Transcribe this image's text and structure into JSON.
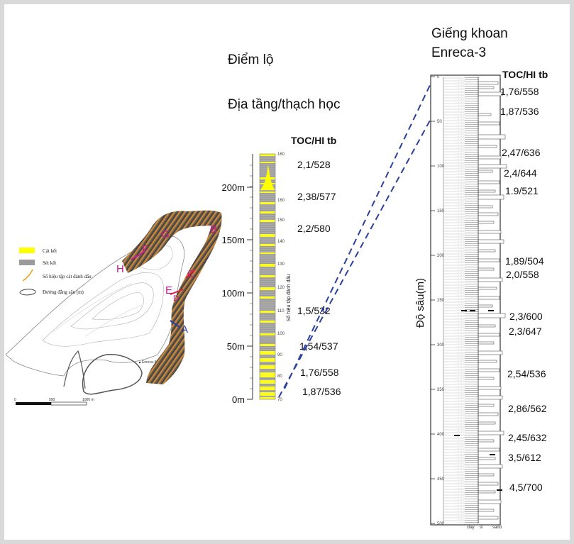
{
  "titles": {
    "outcrop": "Điểm lộ",
    "strat": "Địa tầng/thạch học",
    "well_line1": "Giếng khoan",
    "well_line2": "Enreca-3"
  },
  "map": {
    "legend": [
      {
        "label": "Cát kết",
        "icon": "sandstone-swatch"
      },
      {
        "label": "Sét kết",
        "icon": "claystone-swatch"
      },
      {
        "label": "Số hiệu tập cát đánh dấu",
        "icon": "marker-line"
      },
      {
        "label": "Đường đẳng sâu (m)",
        "icon": "contour-loop"
      }
    ],
    "letters": [
      "A",
      "B",
      "C",
      "D",
      "E",
      "F",
      "G",
      "H"
    ],
    "well_label": "Enreca-3",
    "scale_labels": [
      "0",
      "500",
      "1000 m"
    ],
    "colors": {
      "rock": "#7a6a5a",
      "sand": "#ffff00",
      "clay": "#9a9a9a",
      "magenta": "#c2188f",
      "blue": "#2b3f9e"
    }
  },
  "strat_column": {
    "header": "TOC/HI tb",
    "axis_label": "Số hiệu tập đánh dấu",
    "y_ticks": [
      "0m",
      "50m",
      "100m",
      "150m",
      "200m"
    ],
    "right_ticks": [
      "70",
      "80",
      "90",
      "100",
      "110",
      "120",
      "130",
      "140",
      "150",
      "160"
    ],
    "values": [
      "2,1/528",
      "2,38/577",
      "2,2/580",
      "1,5/532",
      "1,54/537",
      "1,76/558",
      "1,87/536"
    ]
  },
  "well_log": {
    "header": "TOC/HI tb",
    "depth_label": "Độ sâu(m)",
    "depth_ticks": [
      "0",
      "50",
      "100",
      "150",
      "200",
      "250",
      "300",
      "350",
      "400",
      "450",
      "500"
    ],
    "bottom_labels": [
      "clay",
      "sl",
      "sand"
    ],
    "values": [
      "1,76/558",
      "1,87/536",
      "2,47/636",
      "2,4/644",
      "1.9/521",
      "1,89/504",
      "2,0/558",
      "2,3/600",
      "2,3/647",
      "2,54/536",
      "2,86/562",
      "2,45/632",
      "3,5/612",
      "4,5/700"
    ]
  },
  "colors": {
    "dash": "#2b3f9e",
    "sand": "#ffff00",
    "clay": "#9a9a9a"
  }
}
